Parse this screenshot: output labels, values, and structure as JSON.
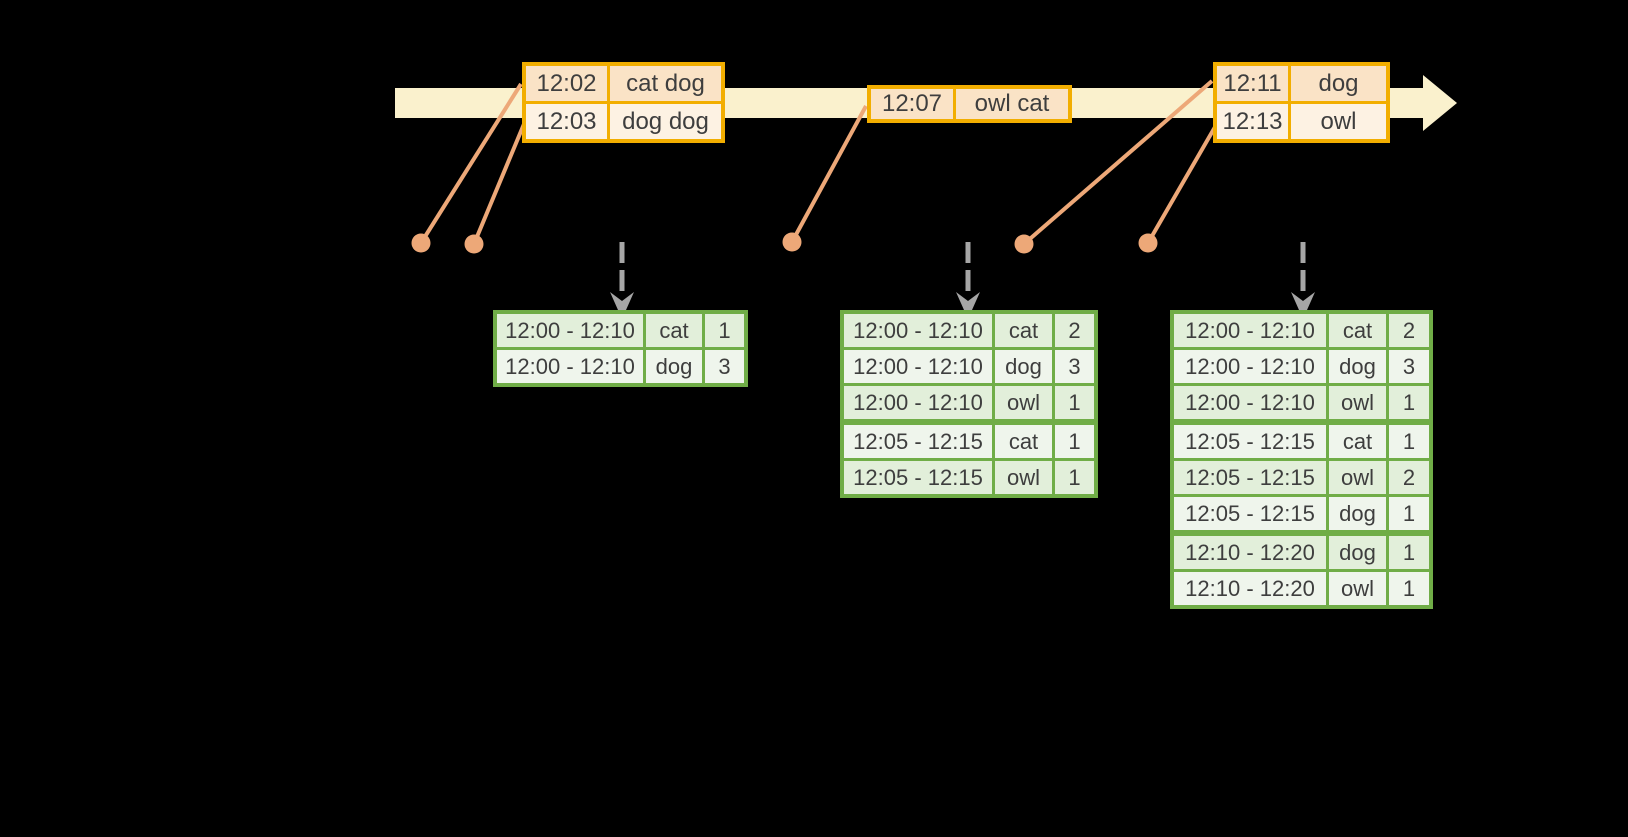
{
  "colors": {
    "background": "#000000",
    "timeline_band": "#FAF1CD",
    "event_table_border": "#F2AE00",
    "event_row_dark": "#FAE3C6",
    "event_row_light": "#FDF2E3",
    "connector_salmon": "#EDA878",
    "dashed_arrow_gray": "#A6A6A6",
    "result_table_border": "#70AD47",
    "result_row_dark": "#E2EFDA",
    "result_row_light": "#EFF5EC",
    "text": "#3E3E3E"
  },
  "timeline": {
    "event_tables": [
      {
        "rows": [
          {
            "time": "12:02",
            "words": "cat dog"
          },
          {
            "time": "12:03",
            "words": "dog dog"
          }
        ]
      },
      {
        "rows": [
          {
            "time": "12:07",
            "words": "owl cat"
          }
        ]
      },
      {
        "rows": [
          {
            "time": "12:11",
            "words": "dog"
          },
          {
            "time": "12:13",
            "words": "owl"
          }
        ]
      }
    ]
  },
  "result_tables": [
    {
      "rows": [
        {
          "window": "12:00 - 12:10",
          "word": "cat",
          "count": 1
        },
        {
          "window": "12:00 - 12:10",
          "word": "dog",
          "count": 3
        }
      ]
    },
    {
      "rows": [
        {
          "window": "12:00 - 12:10",
          "word": "cat",
          "count": 2
        },
        {
          "window": "12:00 - 12:10",
          "word": "dog",
          "count": 3
        },
        {
          "window": "12:00 - 12:10",
          "word": "owl",
          "count": 1
        },
        {
          "window": "12:05 - 12:15",
          "word": "cat",
          "count": 1
        },
        {
          "window": "12:05 - 12:15",
          "word": "owl",
          "count": 1
        }
      ]
    },
    {
      "rows": [
        {
          "window": "12:00 - 12:10",
          "word": "cat",
          "count": 2
        },
        {
          "window": "12:00 - 12:10",
          "word": "dog",
          "count": 3
        },
        {
          "window": "12:00 - 12:10",
          "word": "owl",
          "count": 1
        },
        {
          "window": "12:05 - 12:15",
          "word": "cat",
          "count": 1
        },
        {
          "window": "12:05 - 12:15",
          "word": "owl",
          "count": 2
        },
        {
          "window": "12:05 - 12:15",
          "word": "dog",
          "count": 1
        },
        {
          "window": "12:10 - 12:20",
          "word": "dog",
          "count": 1
        },
        {
          "window": "12:10 - 12:20",
          "word": "owl",
          "count": 1
        }
      ]
    }
  ]
}
